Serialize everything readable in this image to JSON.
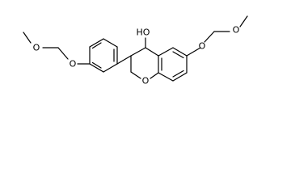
{
  "molecule": {
    "atoms": {
      "oh": "HO",
      "o_ring": "O",
      "o_right_ether": "O",
      "o_right_methoxy": "O",
      "o_left_ether": "O",
      "o_left_methoxy": "O"
    }
  },
  "colors": {
    "bond": "#000000",
    "background": "#ffffff"
  }
}
